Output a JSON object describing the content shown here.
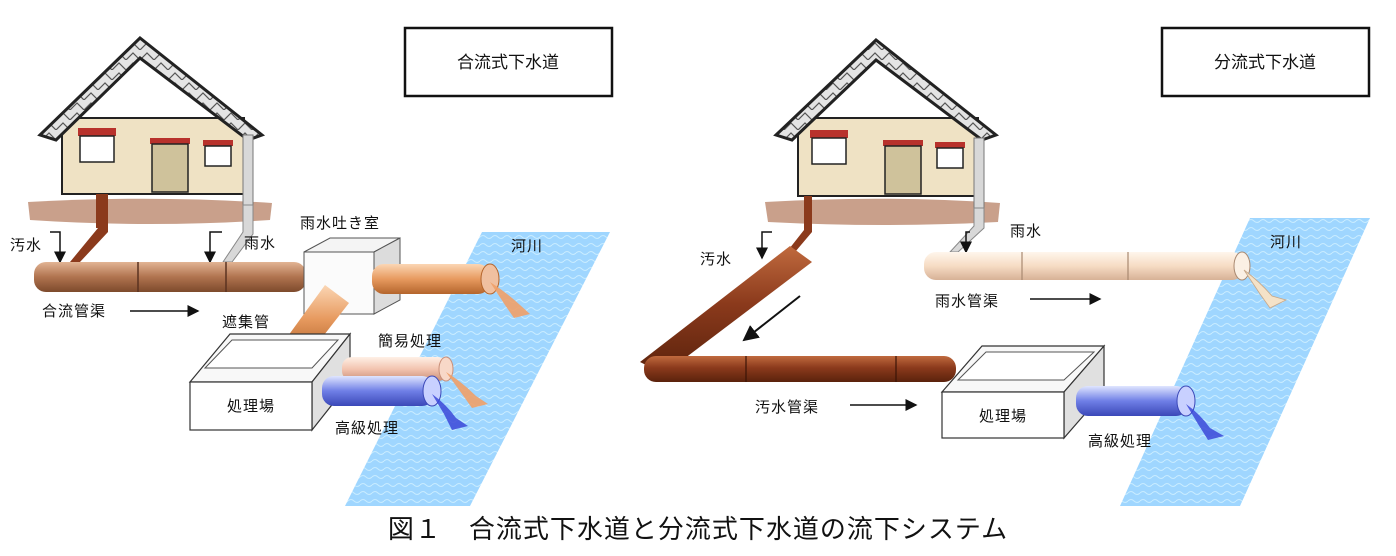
{
  "caption": "図１　合流式下水道と分流式下水道の流下システム",
  "combined": {
    "title": "合流式下水道",
    "labels": {
      "sewage": "汚水",
      "rain": "雨水",
      "overflow_chamber": "雨水吐き室",
      "river": "河川",
      "combined_pipe": "合流管渠",
      "interceptor": "遮集管",
      "simple_treatment": "簡易処理",
      "plant": "処理場",
      "advanced_treatment": "高級処理"
    }
  },
  "separate": {
    "title": "分流式下水道",
    "labels": {
      "sewage": "汚水",
      "rain": "雨水",
      "river": "河川",
      "storm_pipe": "雨水管渠",
      "sewage_pipe": "汚水管渠",
      "plant": "処理場",
      "advanced_treatment": "高級処理"
    }
  },
  "colors": {
    "sewage_pipe": "#8b3a1c",
    "combined_pipe": "#b0734f",
    "storm_pipe": "#f6dcc4",
    "treated_pipe": "#6f7fe6",
    "simple_pipe": "#f3c4b0",
    "river": "#9fd6ff",
    "ground": "#c9a08b",
    "house_wall": "#efe2c4",
    "roof": "#d8d8d8"
  }
}
